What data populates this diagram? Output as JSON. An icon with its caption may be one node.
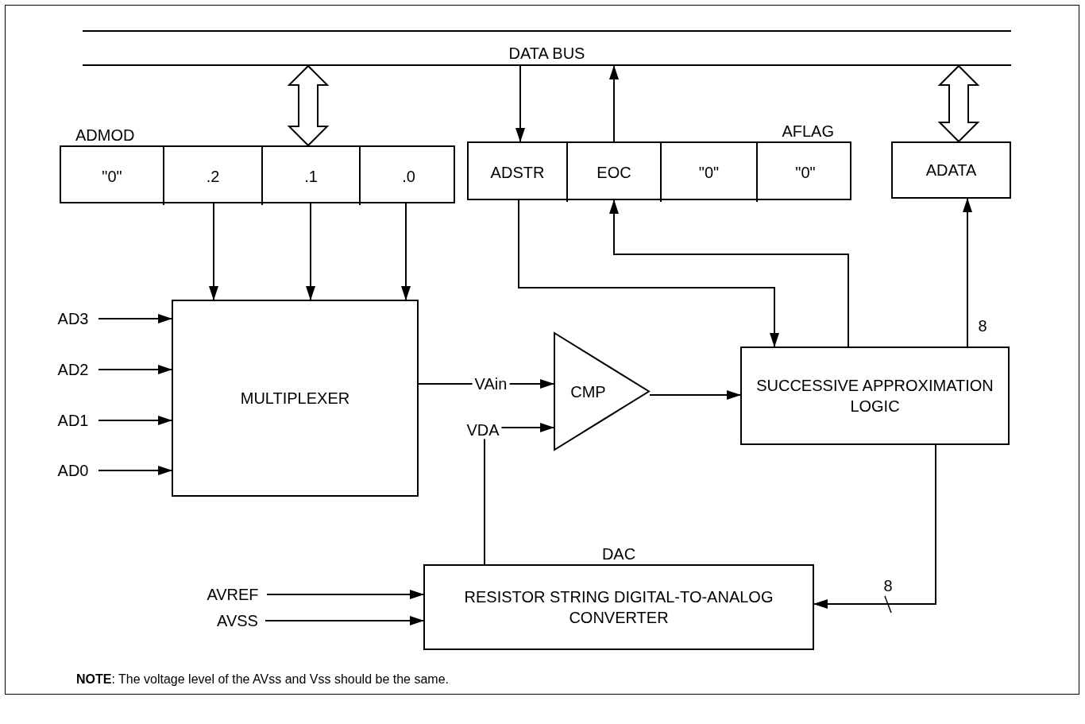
{
  "diagram": {
    "nodes": [
      {
        "text": [
          "DATA BUS"
        ]
      },
      {
        "text": [
          "ADMOD"
        ]
      },
      {
        "text": [
          "\"0\""
        ],
        "in": 1
      },
      {
        "text": [
          ".2"
        ],
        "in": 1
      },
      {
        "text": [
          ".1"
        ],
        "in": 1
      },
      {
        "text": [
          ".0"
        ],
        "in": 1
      },
      {
        "text": [
          "AFLAG"
        ]
      },
      {
        "text": [
          "ADSTR"
        ],
        "in": 6
      },
      {
        "text": [
          "EOC"
        ],
        "in": 6
      },
      {
        "text": [
          "\"0\""
        ],
        "in": 6
      },
      {
        "text": [
          "\"0\""
        ],
        "in": 6
      },
      {
        "text": [
          "ADATA"
        ]
      },
      {
        "text": [
          "MULTIPLEXER"
        ]
      },
      {
        "text": [
          "CMP"
        ]
      },
      {
        "text": [
          "SUCCESSIVE APPROXIMATION LOGIC"
        ]
      },
      {
        "text": [
          "DAC",
          "RESISTOR STRING DIGITAL-TO-ANALOG CONVERTER"
        ]
      },
      {
        "text": [
          "AD3"
        ]
      },
      {
        "text": [
          "AD2"
        ]
      },
      {
        "text": [
          "AD1"
        ]
      },
      {
        "text": [
          "AD0"
        ]
      },
      {
        "text": [
          "AVREF"
        ]
      },
      {
        "text": [
          "AVSS"
        ]
      }
    ],
    "edges": [
      {
        "from": 0,
        "to": 1,
        "arrow": "both",
        "style": "thick"
      },
      {
        "from": 0,
        "to": 7,
        "arrow": "to"
      },
      {
        "from": 8,
        "to": 0,
        "arrow": "to"
      },
      {
        "from": 0,
        "to": 11,
        "arrow": "both",
        "style": "thick"
      },
      {
        "from": 3,
        "to": 12,
        "arrow": "to"
      },
      {
        "from": 4,
        "to": 12,
        "arrow": "to"
      },
      {
        "from": 5,
        "to": 12,
        "arrow": "to"
      },
      {
        "from": 7,
        "to": 14,
        "arrow": "to"
      },
      {
        "from": 14,
        "to": 8,
        "arrow": "to"
      },
      {
        "from": 14,
        "to": 11,
        "arrow": "to",
        "label": "8"
      },
      {
        "from": 16,
        "to": 12,
        "arrow": "to"
      },
      {
        "from": 17,
        "to": 12,
        "arrow": "to"
      },
      {
        "from": 18,
        "to": 12,
        "arrow": "to"
      },
      {
        "from": 19,
        "to": 12,
        "arrow": "to"
      },
      {
        "from": 12,
        "to": 13,
        "arrow": "to",
        "label": "VAin"
      },
      {
        "from": 15,
        "to": 13,
        "arrow": "to",
        "label": "VDA"
      },
      {
        "from": 13,
        "to": 14,
        "arrow": "to"
      },
      {
        "from": 14,
        "to": 15,
        "arrow": "to",
        "label": "8"
      },
      {
        "from": 20,
        "to": 15,
        "arrow": "to"
      },
      {
        "from": 21,
        "to": 15,
        "arrow": "to"
      }
    ],
    "labels": [
      "**NOTE**: The voltage level of the AVss and Vss should be the same."
    ]
  }
}
